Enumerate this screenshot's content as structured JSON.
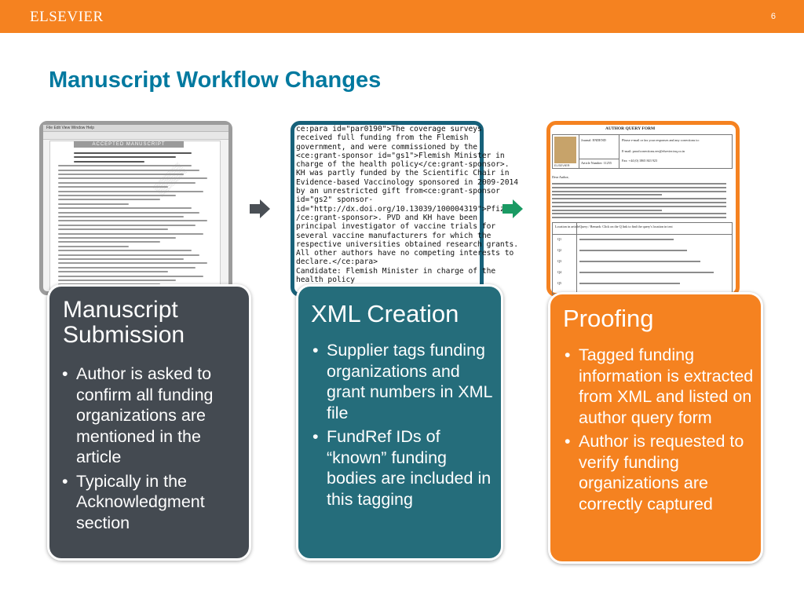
{
  "header": {
    "brand": "ELSEVIER",
    "page_number": "6",
    "accent": "#f58220"
  },
  "slide": {
    "title": "Manuscript Workflow Changes",
    "title_color": "#00799f"
  },
  "thumbnails": {
    "manuscript": {
      "banner": "ACCEPTED MANUSCRIPT",
      "menu": "File  Edit  View  Window  Help"
    },
    "xml_lines": [
      "ce:para id=\"par0190\">The coverage surveys",
      "received full funding from the Flemish",
      "government, and were commissioned by the",
      "<ce:grant-sponsor id=\"gs1\">Flemish Minister in",
      "charge of the health policy</ce:grant-sponsor>.",
      "KH was partly funded by the Scientific Chair in",
      "Evidence-based Vaccinology sponsored in 2009-2014",
      "by an unrestricted gift from<ce:grant-sponsor",
      "id=\"gs2\" sponsor-",
      "id=\"http://dx.doi.org/10.13039/100004319\">Pfizer<",
      "/ce:grant-sponsor>. PVD and KH have been",
      "principal investigator of vaccine trials for",
      "several vaccine manufacturers for which the",
      "respective universities obtained research grants.",
      "All other authors have no competing interests to",
      "declare.</ce:para>",
      "Candidate: Flemish Minister in charge of the",
      "health policy"
    ],
    "query_form": {
      "title": "AUTHOR QUERY FORM",
      "journal_label": "Journal: ENDEND",
      "article_label": "Article Number: 11255",
      "publisher": "ELSEVIER",
      "email_line": "Please e-mail or fax your responses and any corrections to:",
      "email_label": "E-mail: proofcorrections.ees@elsevier.tnq.co.in",
      "fax_label": "Fax: +44 (0) 1865 843 923",
      "dear": "Dear Author,",
      "table_headers": [
        "Location in article",
        "Query / Remark: Click on the Q link to find the query's location in text"
      ],
      "queries": [
        "Q1",
        "Q2",
        "Q3",
        "Q4",
        "Q5"
      ]
    }
  },
  "cards": [
    {
      "title": "Manuscript Submission",
      "color": "#444a51",
      "bullets": [
        "Author is asked to confirm all funding organizations are mentioned in the article",
        "Typically in the Acknowledgment section"
      ]
    },
    {
      "title": "XML Creation",
      "color": "#256d7b",
      "bullets": [
        "Supplier tags funding organizations and grant numbers in XML file",
        "FundRef IDs of “known” funding bodies are included in this tagging"
      ]
    },
    {
      "title": "Proofing",
      "color": "#f58220",
      "bullets": [
        "Tagged funding information is extracted from XML and listed on author query form",
        "Author is requested to verify funding organizations are correctly captured"
      ]
    }
  ],
  "arrows": [
    {
      "icon": "arrow-right-icon",
      "color": "#4a4f55"
    },
    {
      "icon": "arrow-right-icon",
      "color": "#1a9a63"
    }
  ]
}
